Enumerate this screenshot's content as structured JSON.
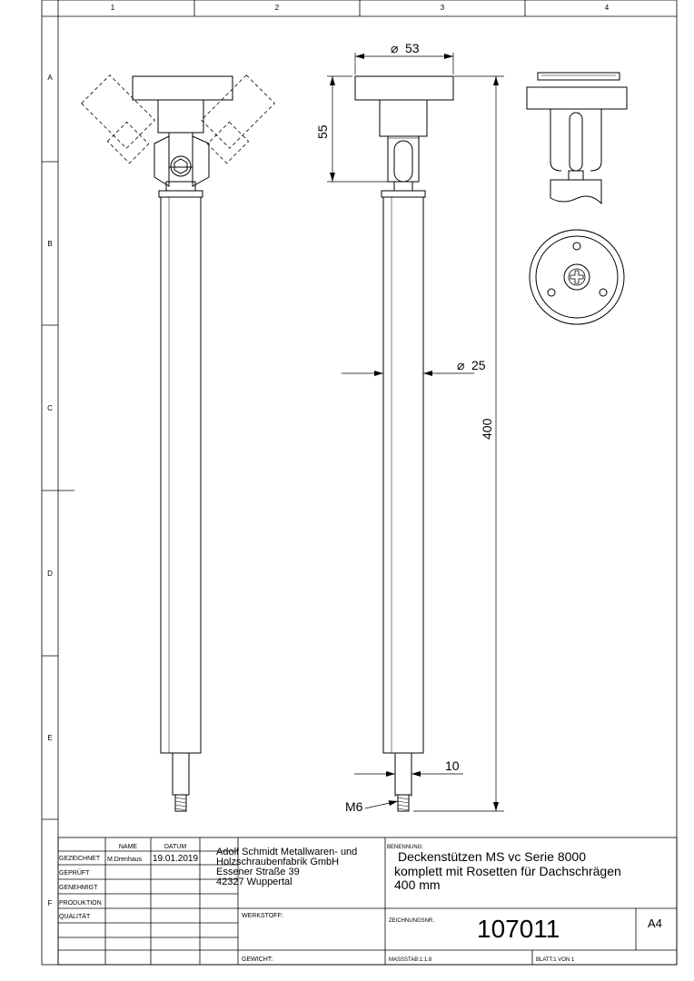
{
  "sheet": {
    "columns": [
      "1",
      "2",
      "3",
      "4"
    ],
    "rows": [
      "A",
      "B",
      "C",
      "D",
      "E",
      "F"
    ]
  },
  "dimensions": {
    "rosette_diameter": "53",
    "tube_diameter": "25",
    "joint_height": "55",
    "total_length": "400",
    "thread_width": "10",
    "thread": "M6"
  },
  "title_block": {
    "head_name": "NAME",
    "head_date": "DATUM",
    "row_labels": [
      "GEZEICHNET",
      "GEPRÜFT",
      "GENEHMIGT",
      "PRODUKTION",
      "QUALITÄT"
    ],
    "drawn_by": "M.Drenhaus",
    "drawn_date": "19.01.2019",
    "company_line1": "Adolf Schmidt Metallwaren- und",
    "company_line2": "Holzschraubenfabrik GmbH",
    "company_line3": "Essener Straße 39",
    "company_line4": "42327 Wuppertal",
    "benennung_label": "BENENNUNG:",
    "title_line1": "Deckenstützen MS vc Serie 8000",
    "title_line2": "komplett mit Rosetten für Dachschrägen",
    "title_line3": "400 mm",
    "werkstoff_label": "WERKSTOFF:",
    "zeichnungsnr_label": "ZEICHNUNGSNR.",
    "drawing_number": "107011",
    "format": "A4",
    "gewicht_label": "GEWICHT:",
    "scale": "MASSSTAB:1:1.8",
    "sheet_info": "BLATT:1 VON 1"
  }
}
